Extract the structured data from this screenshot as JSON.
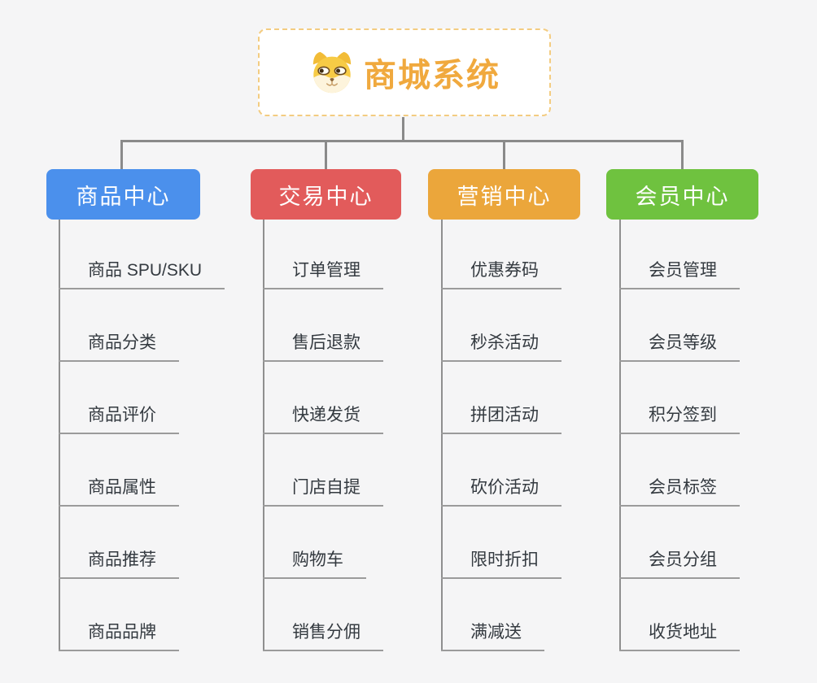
{
  "root": {
    "title": "商城系统",
    "icon": "dog-face-icon"
  },
  "branches": [
    {
      "label": "商品中心",
      "color": "#4B90EC",
      "children": [
        "商品 SPU/SKU",
        "商品分类",
        "商品评价",
        "商品属性",
        "商品推荐",
        "商品品牌"
      ]
    },
    {
      "label": "交易中心",
      "color": "#E25B5B",
      "children": [
        "订单管理",
        "售后退款",
        "快递发货",
        "门店自提",
        "购物车",
        "销售分佣"
      ]
    },
    {
      "label": "营销中心",
      "color": "#EBA63B",
      "children": [
        "优惠券码",
        "秒杀活动",
        "拼团活动",
        "砍价活动",
        "限时折扣",
        "满减送"
      ]
    },
    {
      "label": "会员中心",
      "color": "#6FC23F",
      "children": [
        "会员管理",
        "会员等级",
        "积分签到",
        "会员标签",
        "会员分组",
        "收货地址"
      ]
    }
  ],
  "style": {
    "background": "#F5F5F6",
    "root_title_color": "#F0A93E",
    "root_border_color": "#F3CC81",
    "connector_color": "#8A8A8A",
    "leaf_text_color": "#343A40",
    "leaf_underline_color": "#9B9B9B"
  }
}
